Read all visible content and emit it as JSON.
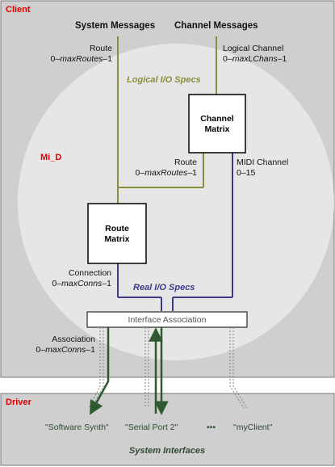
{
  "regions": {
    "client": "Client",
    "driver": "Driver",
    "mid": "Mi_D"
  },
  "headers": {
    "system_messages": "System Messages",
    "channel_messages": "Channel Messages"
  },
  "labels": {
    "route_top": {
      "name": "Route",
      "range_prefix": "0–",
      "range_var": "maxRoutes",
      "range_suffix": "–1"
    },
    "logical_channel": {
      "name": "Logical Channel",
      "range_prefix": "0–",
      "range_var": "maxLChans",
      "range_suffix": "–1"
    },
    "route_mid": {
      "name": "Route",
      "range_prefix": "0–",
      "range_var": "maxRoutes",
      "range_suffix": "–1"
    },
    "midi_channel": {
      "name": "MIDI Channel",
      "range": "0–15"
    },
    "connection": {
      "name": "Connection",
      "range_prefix": "0–",
      "range_var": "maxConns",
      "range_suffix": "–1"
    },
    "association": {
      "name": "Association",
      "range_prefix": "0–",
      "range_var": "maxConns",
      "range_suffix": "–1"
    }
  },
  "specs": {
    "logical": "Logical I/O Specs",
    "real": "Real I/O Specs"
  },
  "boxes": {
    "channel_matrix": [
      "Channel",
      "Matrix"
    ],
    "route_matrix": [
      "Route",
      "Matrix"
    ],
    "interface_association": "Interface Association"
  },
  "interfaces": {
    "software_synth": "\"Software Synth\"",
    "serial_port": "\"Serial Port 2\"",
    "ellipsis": "•••",
    "my_client": "\"myClient\""
  },
  "system_interfaces": "System Interfaces",
  "colors": {
    "client_bg": "#cfcfcf",
    "inner_circle": "#e6e6e6",
    "region_title": "#e00000",
    "logical_line": "#8c8c3c",
    "real_line": "#3c3c8c",
    "system_line": "#3c6a3c",
    "dotted_line": "#808080"
  }
}
